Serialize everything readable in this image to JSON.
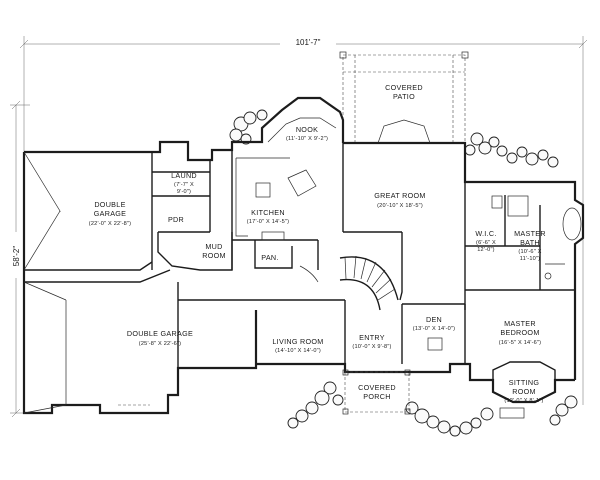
{
  "dimensions": {
    "overall_width": "101'-7\"",
    "overall_depth": "58'-2\""
  },
  "rooms": {
    "covered_patio": {
      "l1": "COVERED",
      "l2": "PATIO"
    },
    "nook": {
      "name": "NOOK",
      "size": "(11'-10\" X 9'-2\")"
    },
    "great_room": {
      "name": "GREAT ROOM",
      "size": "(20'-10\" X 18'-5\")"
    },
    "laundry": {
      "name": "LAUND",
      "size_a": "(7'-7\" X",
      "size_b": "9'-0\")"
    },
    "double_garage_1": {
      "l1": "DOUBLE",
      "l2": "GARAGE",
      "size": "(22'-0\" X 22'-8\")"
    },
    "pdr": {
      "name": "PDR"
    },
    "kitchen": {
      "name": "KITCHEN",
      "size": "(17'-0\" X 14'-5\")"
    },
    "mud_room": {
      "l1": "MUD",
      "l2": "ROOM"
    },
    "pan": {
      "name": "PAN."
    },
    "wic": {
      "name": "W.I.C.",
      "size_a": "(6'-6\" X",
      "size_b": "12'-0\")"
    },
    "master_bath": {
      "l1": "MASTER",
      "l2": "BATH",
      "size_a": "(10'-6\" X",
      "size_b": "11'-10\")"
    },
    "double_garage_2": {
      "name": "DOUBLE GARAGE",
      "size": "(25'-8\" X 22'-6\")"
    },
    "living_room": {
      "name": "LIVING ROOM",
      "size": "(14'-10\" X 14'-0\")"
    },
    "entry": {
      "name": "ENTRY",
      "size": "(10'-0\" X 9'-8\")"
    },
    "den": {
      "name": "DEN",
      "size": "(13'-0\" X 14'-0\")"
    },
    "master_bedroom": {
      "l1": "MASTER",
      "l2": "BEDROOM",
      "size": "(16'-5\" X 14'-6\")"
    },
    "covered_porch": {
      "l1": "COVERED",
      "l2": "PORCH"
    },
    "sitting_room": {
      "l1": "SITTING",
      "l2": "ROOM",
      "size": "(12'-0\" X 8'-1\")"
    }
  }
}
